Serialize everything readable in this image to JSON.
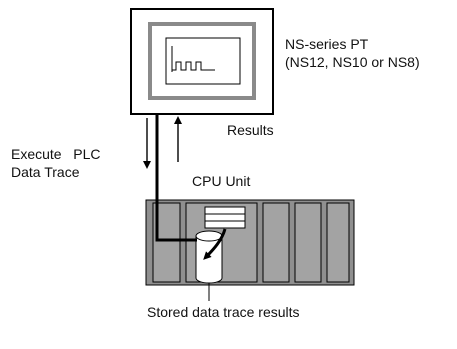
{
  "labels": {
    "pt_line1": "NS-series PT",
    "pt_line2": "(NS12, NS10 or NS8)",
    "results": "Results",
    "execute_line1": "Execute   PLC",
    "execute_line2": "Data Trace",
    "cpu_unit": "CPU Unit",
    "stored": "Stored data trace results"
  },
  "colors": {
    "line": "#000000",
    "rack_fill": "#8f8f8f",
    "slot_fill": "#a3a3a3",
    "screen_frame": "#8a8a8a",
    "white": "#ffffff"
  },
  "icons": {
    "waveform": "pulse-waveform-icon",
    "memory": "cylinder-storage-icon",
    "buffer": "stacked-buffer-icon"
  }
}
